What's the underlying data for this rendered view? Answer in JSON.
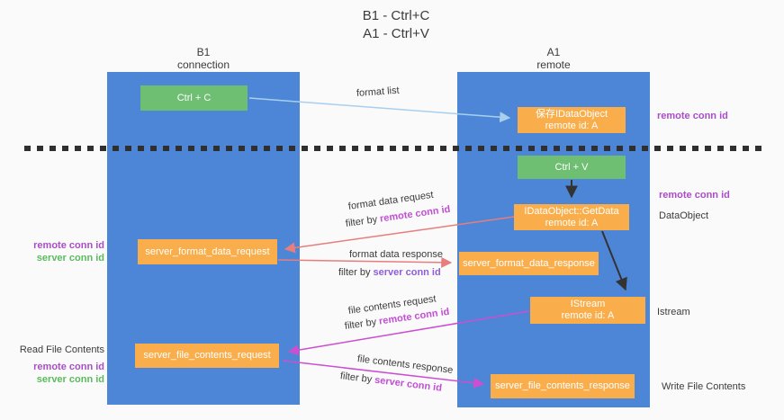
{
  "title": {
    "line1": "B1 - Ctrl+C",
    "line2": "A1 - Ctrl+V"
  },
  "lanes": {
    "left": {
      "header_line1": "B1",
      "header_line2": "connection"
    },
    "right": {
      "header_line1": "A1",
      "header_line2": "remote"
    }
  },
  "boxes": {
    "ctrl_c": "Ctrl + C",
    "ctrl_v": "Ctrl + V",
    "save_idataobject": {
      "line1": "保存IDataObject",
      "line2": "remote id: A"
    },
    "getdata": {
      "line1": "IDataObject::GetData",
      "line2": "remote id: A"
    },
    "istream": {
      "line1": "IStream",
      "line2": "remote id: A"
    },
    "format_request": "server_format_data_request",
    "format_response": "server_format_data_response",
    "file_request": "server_file_contents_request",
    "file_response": "server_file_contents_response"
  },
  "flow_labels": {
    "format_list": "format list",
    "format_data_request": "format data request",
    "format_data_response": "format data response",
    "file_contents_request": "file contents request",
    "file_contents_response": "file contents response",
    "filter_by": "filter by ",
    "remote_conn_id": "remote conn id",
    "server_conn_id": "server conn id"
  },
  "side_labels": {
    "remote_conn_id": "remote conn id",
    "server_conn_id": "server conn id",
    "dataobject": "DataObject",
    "istream": "Istream",
    "read_file_contents": "Read File Contents",
    "write_file_contents": "Write File Contents"
  },
  "colors": {
    "bg": "#fafafa",
    "lane_blue": "#4d86d6",
    "box_orange": "#f9ae4b",
    "box_green": "#6fbf73",
    "label_purple": "#a94ec6",
    "label_green": "#5bbb5e",
    "flow_magenta": "#c24ed4",
    "flow_violet": "#8f5ed8",
    "arrow_red": "#e87d7d",
    "arrow_magenta": "#cc4fcf",
    "arrow_blue": "#a8cfee",
    "arrow_black": "#333333",
    "dash_black": "#2f2f2f",
    "text_dark": "#3b3b3b"
  }
}
